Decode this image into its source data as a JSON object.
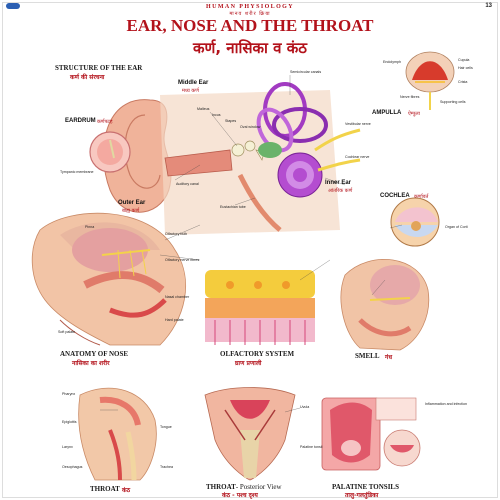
{
  "header": {
    "series": "HUMAN PHYSIOLOGY",
    "series_hi": "मानव शरीर क्रिया",
    "title": "EAR, NOSE AND THE THROAT",
    "title_hi": "कर्ण, नासिका व कंठ",
    "page_no": "13"
  },
  "sections": {
    "ear_structure": {
      "title": "STRUCTURE OF THE EAR",
      "title_hi": "कर्ण की संरचना"
    },
    "middle_ear": {
      "title": "Middle Ear",
      "title_hi": "मध्य कर्ण"
    },
    "eardrum": {
      "title": "EARDRUM",
      "title_hi": "कर्णपटह"
    },
    "outer_ear": {
      "title": "Outer Ear",
      "title_hi": "बाह्य कर्ण"
    },
    "inner_ear": {
      "title": "Inner Ear",
      "title_hi": "आंतरिक कर्ण"
    },
    "ampulla": {
      "title": "AMPULLA",
      "title_hi": "ऐम्पुला"
    },
    "cochlea": {
      "title": "COCHLEA",
      "title_hi": "कर्णावर्त"
    },
    "anatomy_nose": {
      "title": "ANATOMY OF NOSE",
      "title_hi": "नासिका का शरीर"
    },
    "olfactory": {
      "title": "OLFACTORY SYSTEM",
      "title_hi": "घ्राण प्रणाली"
    },
    "smell": {
      "title": "SMELL",
      "title_hi": "गंध"
    },
    "throat": {
      "title": "THROAT",
      "title_hi": "कंठ"
    },
    "throat_posterior": {
      "title": "THROAT",
      "subtitle": "- Posterior View",
      "title_hi": "कंठ - पश्च दृश्य"
    },
    "tonsils": {
      "title": "PALATINE TONSILS",
      "title_hi": "तालु-गलतुंडिका"
    }
  },
  "labels": {
    "semicircular": "Semicircular canals",
    "endolymph": "Endolymph",
    "cupula": "Cupula",
    "hair_cells": "Hair cells",
    "crista": "Crista",
    "nerve_fibres": "Nerve fibres",
    "supporting_cells": "Supporting cells",
    "oval_window": "Oval window",
    "malleus": "Malleus",
    "incus": "Incus",
    "stapes": "Stapes",
    "auditory_canal": "Auditory canal",
    "eustachian_tube": "Eustachian tube",
    "cochlear_nerve": "Cochlear nerve",
    "vestibular_nerve": "Vestibular nerve",
    "tympanic": "Tympanic membrane",
    "pinna": "Pinna",
    "organ_corti": "Organ of Corti",
    "olfactory_bulb": "Olfactory bulb",
    "olfactory_nerve": "Olfactory nerve fibres",
    "nasal_chamber": "Nasal chamber",
    "soft_palate": "Soft palate",
    "hard_palate": "Hard palate",
    "pharynx": "Pharynx",
    "tongue": "Tongue",
    "epiglottis": "Epiglottis",
    "larynx": "Larynx",
    "oesophagus": "Oesophagus",
    "trachea": "Trachea",
    "uvula": "Uvula",
    "tonsil": "Palatine tonsil",
    "inflammation": "Inflammation and infection"
  }
}
